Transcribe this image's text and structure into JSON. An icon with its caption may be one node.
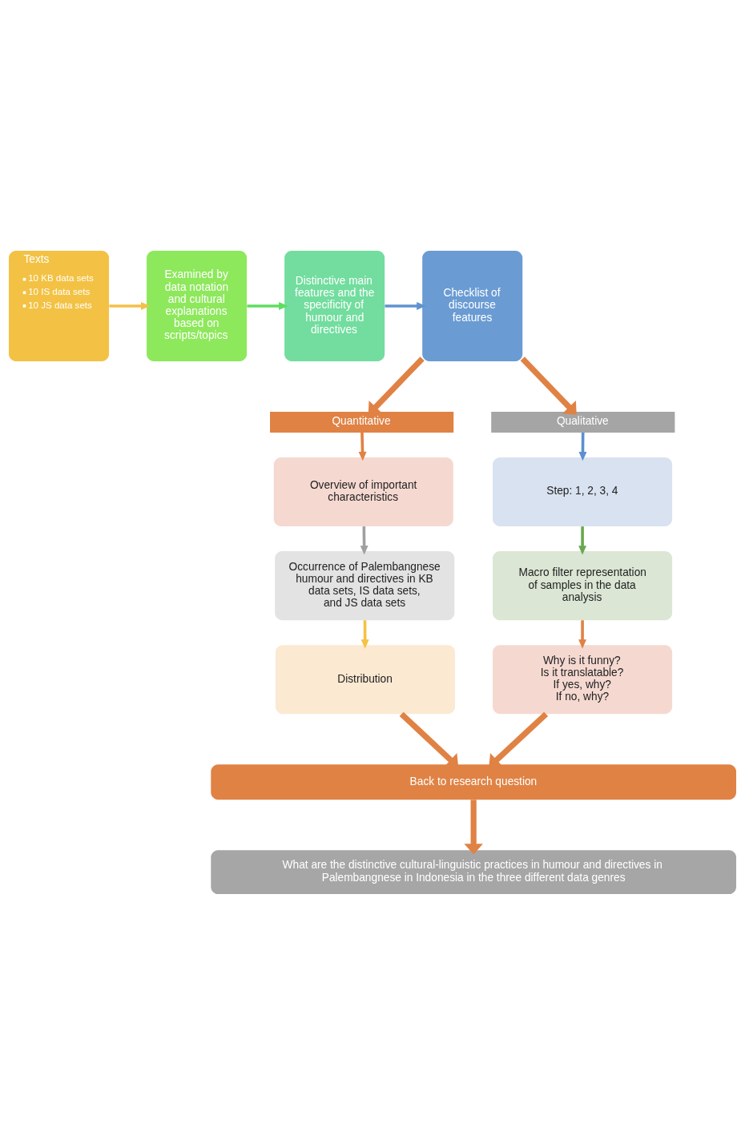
{
  "diagram": {
    "nodes": [
      {
        "text": [
          "Texts",
          "10 KB data sets",
          "10 IS data sets",
          "10 JS data sets"
        ]
      },
      {
        "text": [
          "Examined by data notation and cultural explanations based on scripts/topics"
        ]
      },
      {
        "text": [
          "Distinctive main features and the specificity of humour and directives"
        ]
      },
      {
        "text": [
          "Checklist of discourse features"
        ]
      },
      {
        "text": [
          "Quantitative"
        ]
      },
      {
        "text": [
          "Qualitative"
        ]
      },
      {
        "text": [
          "Overview of important characteristics"
        ]
      },
      {
        "text": [
          "Step: 1, 2, 3, 4"
        ]
      },
      {
        "text": [
          "Occurrence of Palembangnese humour and directives in KB data sets, IS data sets, and JS data sets"
        ]
      },
      {
        "text": [
          "Macro filter representation of samples in the data analysis"
        ]
      },
      {
        "text": [
          "Distribution"
        ]
      },
      {
        "text": [
          "Why is it funny?",
          "Is it translatable?",
          "If yes, why?",
          "If no, why?"
        ]
      },
      {
        "text": [
          "Back to research question"
        ]
      },
      {
        "text": [
          "What are the distinctive cultural-linguistic practices in humour and directives in Palembangnese in Indonesia in the three different data genres"
        ]
      }
    ],
    "edges": [
      {
        "from": 0,
        "to": 1,
        "arrow": "to",
        "color": "#f2c14a"
      },
      {
        "from": 1,
        "to": 2,
        "arrow": "to",
        "color": "#5fdd5f"
      },
      {
        "from": 2,
        "to": 3,
        "arrow": "to",
        "color": "#5f93d0"
      },
      {
        "from": 3,
        "to": 4,
        "arrow": "to",
        "style": "thick"
      },
      {
        "from": 3,
        "to": 5,
        "arrow": "to",
        "style": "thick"
      },
      {
        "from": 4,
        "to": 6,
        "arrow": "to"
      },
      {
        "from": 5,
        "to": 7,
        "arrow": "to",
        "color": "#5b8fd0"
      },
      {
        "from": 6,
        "to": 8,
        "arrow": "to",
        "color": "#a0a0a0"
      },
      {
        "from": 7,
        "to": 9,
        "arrow": "to",
        "color": "#6aa84f"
      },
      {
        "from": 8,
        "to": 10,
        "arrow": "to",
        "color": "#f5c242"
      },
      {
        "from": 9,
        "to": 11,
        "arrow": "to"
      },
      {
        "from": 10,
        "to": 12,
        "arrow": "to",
        "style": "thick"
      },
      {
        "from": 11,
        "to": 12,
        "arrow": "to",
        "style": "thick"
      },
      {
        "from": 12,
        "to": 13,
        "arrow": "to",
        "style": "thick"
      }
    ]
  }
}
